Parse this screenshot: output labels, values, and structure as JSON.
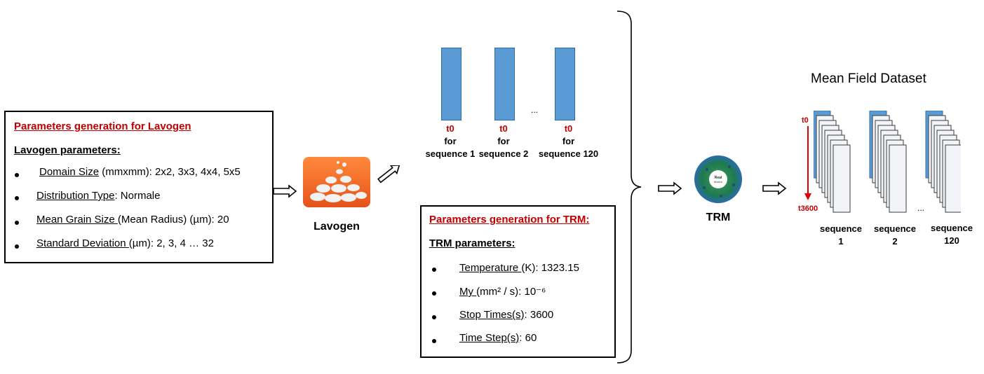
{
  "lavogen_box": {
    "title": "Parameters generation for Lavogen",
    "subtitle": "Lavogen parameters:",
    "params": [
      {
        "label": "Domain Size",
        "rest": " (mmxmm): 2x2, 3x3, 4x4, 5x5"
      },
      {
        "label": "Distribution Type",
        "rest": ": Normale"
      },
      {
        "label": "Mean Grain Size ",
        "rest": "(Mean Radius) (µm): 20"
      },
      {
        "label": "Standard Deviation ",
        "rest": "(µm): 2, 3, 4 … 32"
      }
    ]
  },
  "lavogen_label": "Lavogen",
  "sequences_top": [
    {
      "t0": "t0",
      "line1": "for",
      "line2": "sequence 1"
    },
    {
      "t0": "t0",
      "line1": "for",
      "line2": "sequence 2"
    },
    {
      "t0": "t0",
      "line1": "for",
      "line2": "sequence 120"
    }
  ],
  "ellipsis": "...",
  "trm_box": {
    "title": "Parameters generation for  TRM:",
    "subtitle": "TRM parameters:",
    "params": [
      {
        "label": "Temperature ",
        "rest": "(K): 1323.15"
      },
      {
        "label": "My ",
        "rest": "(mm² / s): 10⁻⁶"
      },
      {
        "label": "Stop Times(s)",
        "rest": ": 3600"
      },
      {
        "label": "Time Step(s)",
        "rest": ": 60"
      }
    ]
  },
  "trm_logo_text": [
    "Real",
    "Motion"
  ],
  "trm_label": "TRM",
  "dataset_title": "Mean Field Dataset",
  "time_start": "t0",
  "time_end": "t3600",
  "stacks": [
    {
      "line1": "sequence",
      "line2": "1"
    },
    {
      "line1": "sequence",
      "line2": "2"
    },
    {
      "line1": "sequence",
      "line2": "120"
    }
  ],
  "colors": {
    "accent_red": "#c00000",
    "frame_blue": "#5b9bd5",
    "frame_border": "#2e6ca4",
    "lavogen_orange": "#f26522",
    "trm_green": "#2e8b57"
  }
}
